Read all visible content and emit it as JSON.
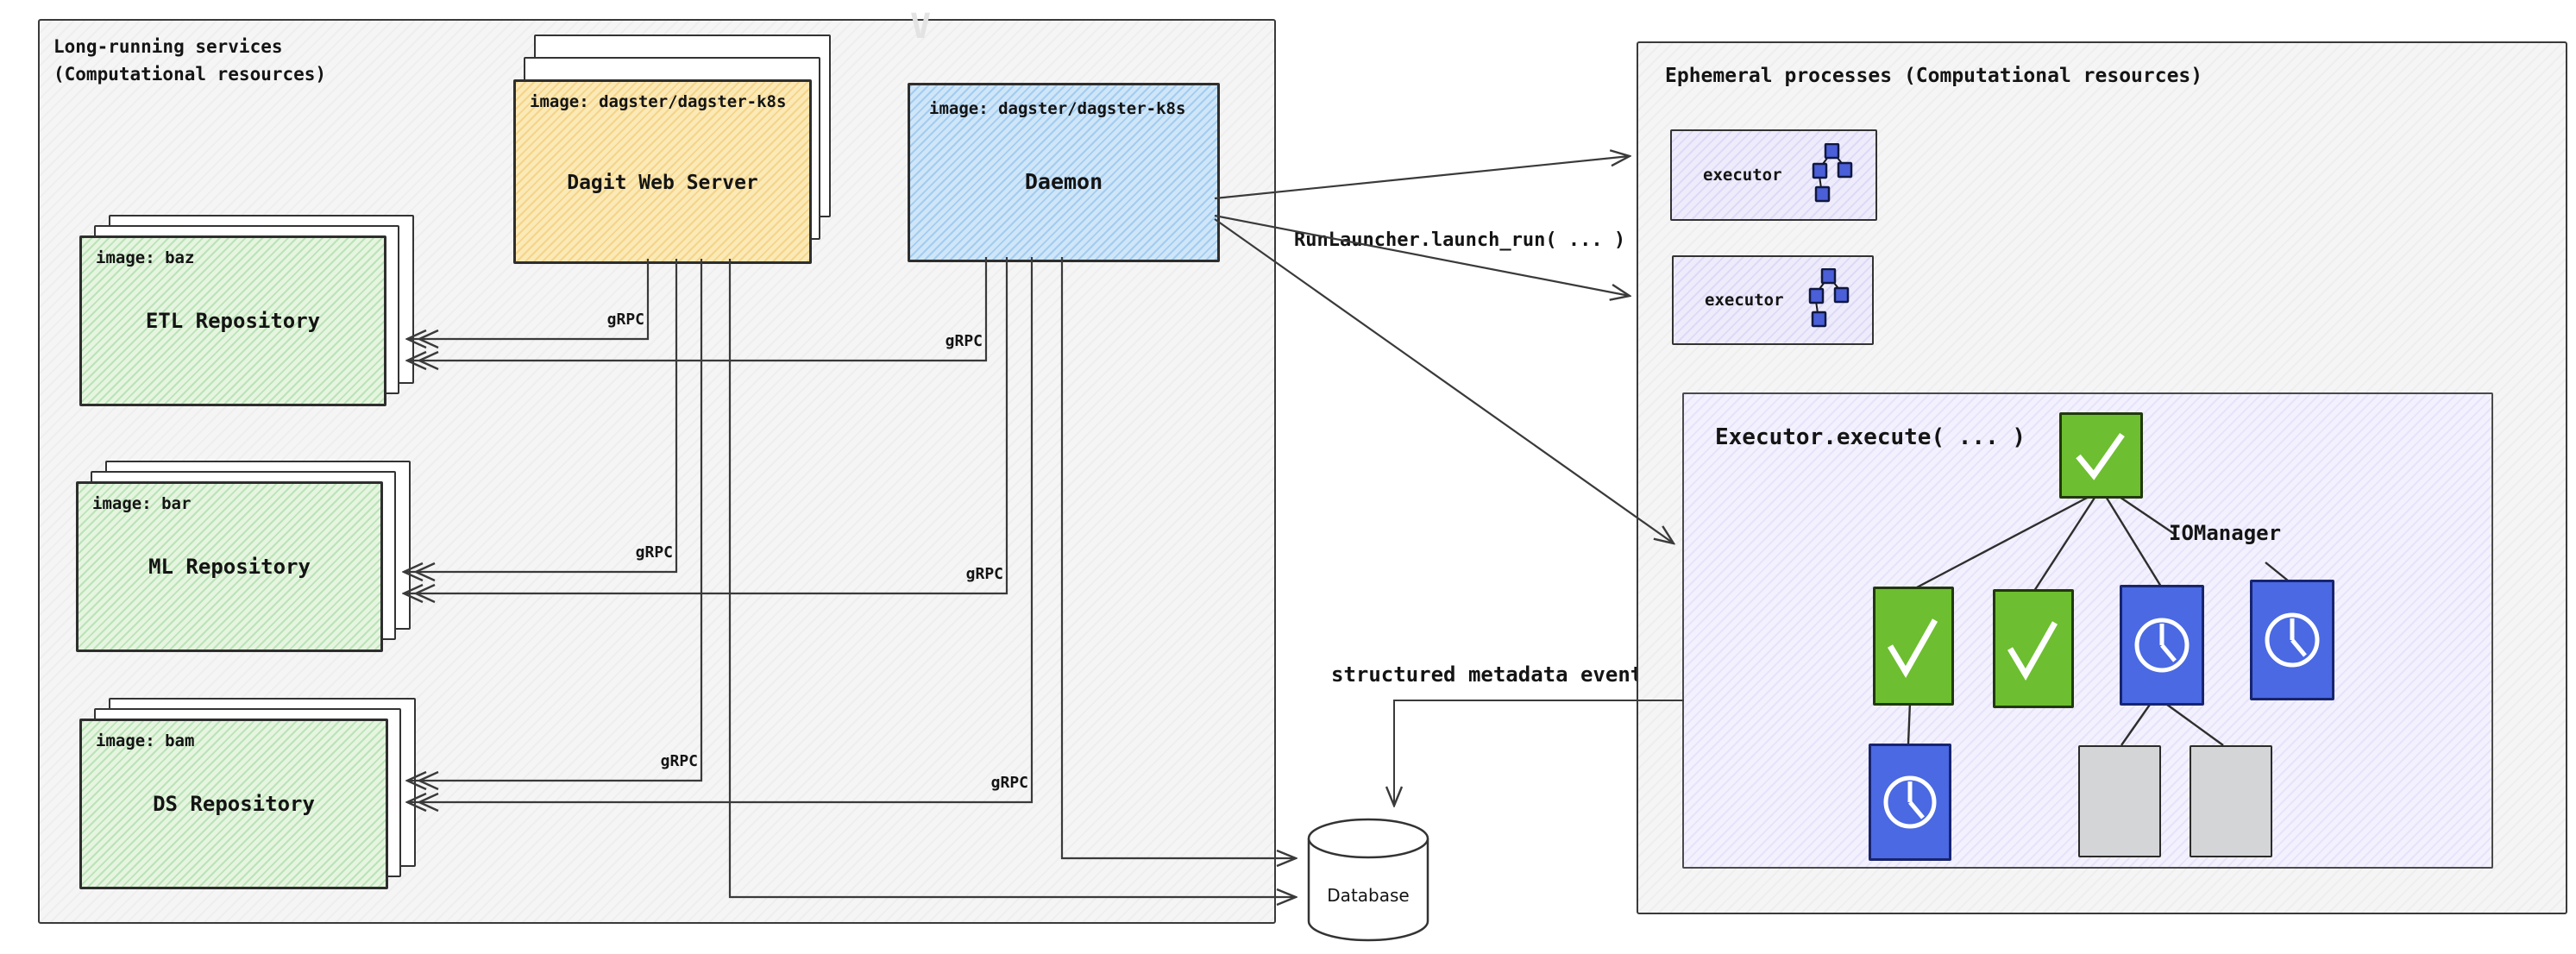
{
  "left_panel": {
    "title_line1": "Long-running services",
    "title_line2": "(Computational resources)",
    "repositories": [
      {
        "image_label": "image: baz",
        "name": "ETL Repository"
      },
      {
        "image_label": "image: bar",
        "name": "ML Repository"
      },
      {
        "image_label": "image: bam",
        "name": "DS Repository"
      }
    ],
    "dagit": {
      "image_label": "image: dagster/dagster-k8s",
      "name": "Dagit Web Server"
    },
    "daemon": {
      "image_label": "image: dagster/dagster-k8s",
      "name": "Daemon"
    }
  },
  "right_panel": {
    "title": "Ephemeral processes (Computational resources)",
    "executors": [
      {
        "label": "executor"
      },
      {
        "label": "executor"
      }
    ],
    "executor_box": {
      "title": "Executor.execute( ... )",
      "iomanager_label": "IOManager",
      "nodes": [
        {
          "id": "root",
          "state": "success"
        },
        {
          "id": "l2-1",
          "state": "success"
        },
        {
          "id": "l2-2",
          "state": "success"
        },
        {
          "id": "l2-3",
          "state": "pending"
        },
        {
          "id": "l2-4",
          "state": "pending"
        },
        {
          "id": "l3-1",
          "state": "pending"
        },
        {
          "id": "l3-2",
          "state": "not-started"
        },
        {
          "id": "l3-3",
          "state": "not-started"
        }
      ]
    }
  },
  "connections": {
    "grpc_label": "gRPC",
    "run_launcher_label": "RunLauncher.launch_run( ... )",
    "metadata_label": "structured metadata events"
  },
  "database": {
    "label": "Database"
  },
  "colors": {
    "panel_border": "#3a3a3a",
    "repo_fill": "#e6f5df",
    "dagit_fill": "#fbe9b6",
    "daemon_fill": "#cfe6f8",
    "executor_fill": "#eeecfb",
    "execbox_fill": "#f3f1fd",
    "node_green": "#6dbe30",
    "node_blue": "#4a69e2",
    "node_gray": "#d3d5d7"
  }
}
